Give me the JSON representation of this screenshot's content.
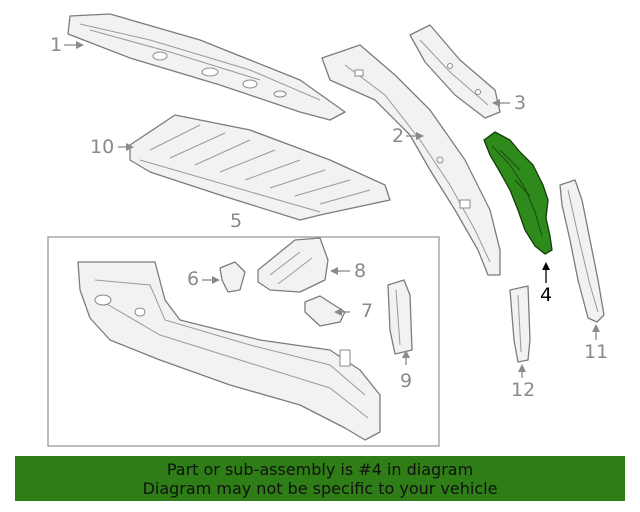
{
  "diagram": {
    "callouts": {
      "c1": "1",
      "c2": "2",
      "c3": "3",
      "c4": "4",
      "c5": "5",
      "c6": "6",
      "c7": "7",
      "c8": "8",
      "c9": "9",
      "c10": "10",
      "c11": "11",
      "c12": "12"
    },
    "highlighted_part": "4",
    "highlight_color": "#2e7d17"
  },
  "banner": {
    "line1": "Part or sub-assembly is #4 in diagram",
    "line2": "Diagram may not be specific to your vehicle",
    "background": "#2e7d17"
  }
}
